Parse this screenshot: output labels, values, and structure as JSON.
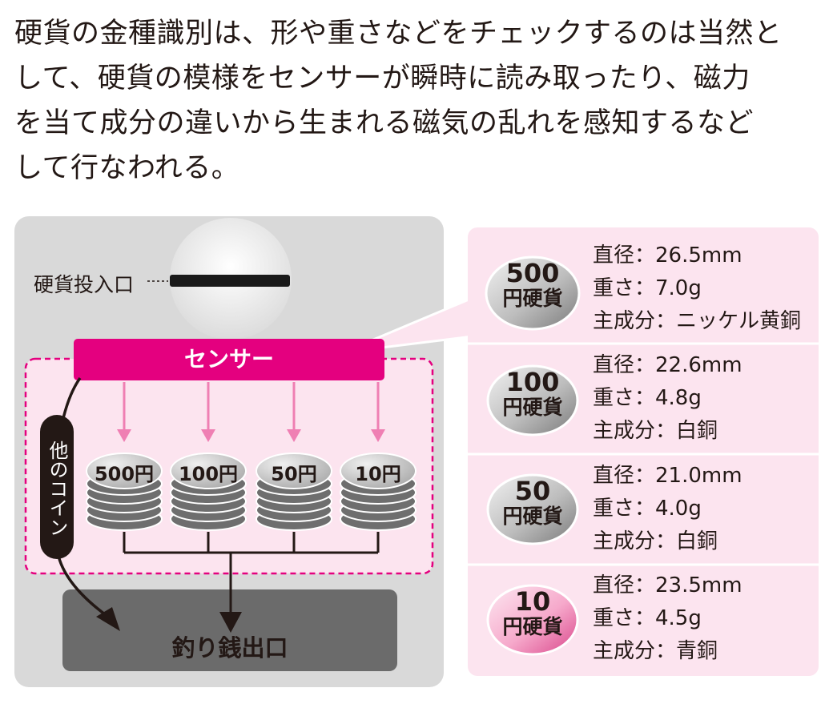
{
  "intro": {
    "lines": [
      "硬貨の金種識別は、形や重さなどをチェックするのは当然と",
      "して、硬貨の模様をセンサーが瞬時に読み取ったり、磁力",
      "を当て成分の違いから生まれる磁気の乱れを感知するなど",
      "して行なわれる。"
    ]
  },
  "machine": {
    "slot_label": "硬貨投入口",
    "sensor_label": "センサー",
    "other_coins_label": "他のコイン",
    "outlet_label": "釣り銭出口",
    "stack_labels": [
      "500円",
      "100円",
      "50円",
      "10円"
    ]
  },
  "coins": [
    {
      "value": "500",
      "unit": "円硬貨",
      "diameter": "直径：26.5mm",
      "weight": "重さ：7.0g",
      "material": "主成分：ニッケル黄銅"
    },
    {
      "value": "100",
      "unit": "円硬貨",
      "diameter": "直径：22.6mm",
      "weight": "重さ：4.8g",
      "material": "主成分：白銅"
    },
    {
      "value": "50",
      "unit": "円硬貨",
      "diameter": "直径：21.0mm",
      "weight": "重さ：4.0g",
      "material": "主成分：白銅"
    },
    {
      "value": "10",
      "unit": "円硬貨",
      "diameter": "直径：23.5mm",
      "weight": "重さ：4.5g",
      "material": "主成分：青銅"
    }
  ],
  "colors": {
    "magenta": "#e4007f",
    "pink_panel": "#fce4ef",
    "pink_arrow": "#ef7fb3",
    "machine_gray": "#d9d9d9",
    "outlet_gray": "#6b6b6b"
  }
}
